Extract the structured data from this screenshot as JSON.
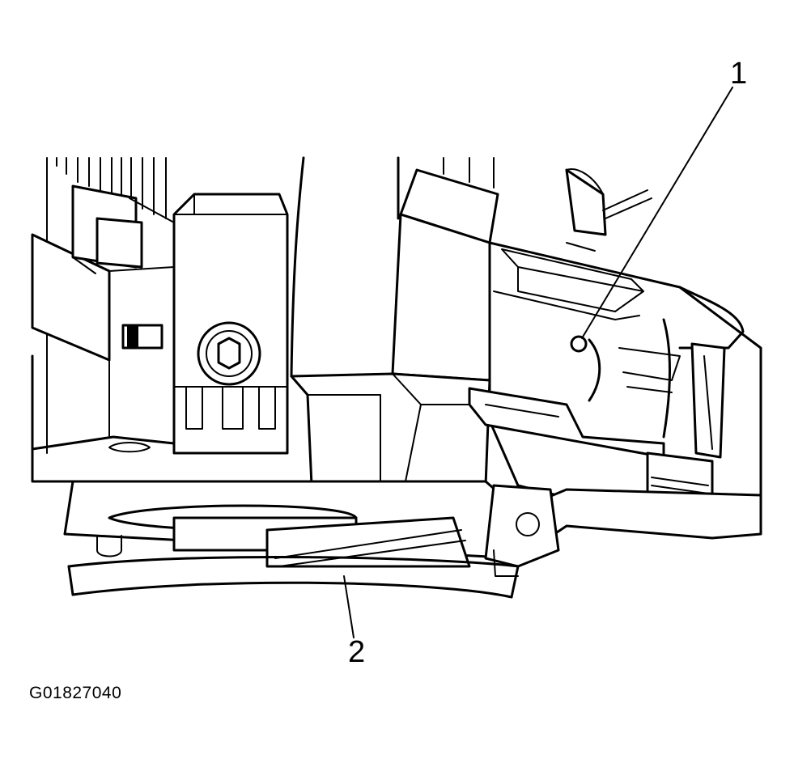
{
  "callouts": {
    "one": "1",
    "two": "2"
  },
  "figure_id": "G01827040",
  "colors": {
    "line": "#000000",
    "background": "#ffffff"
  }
}
